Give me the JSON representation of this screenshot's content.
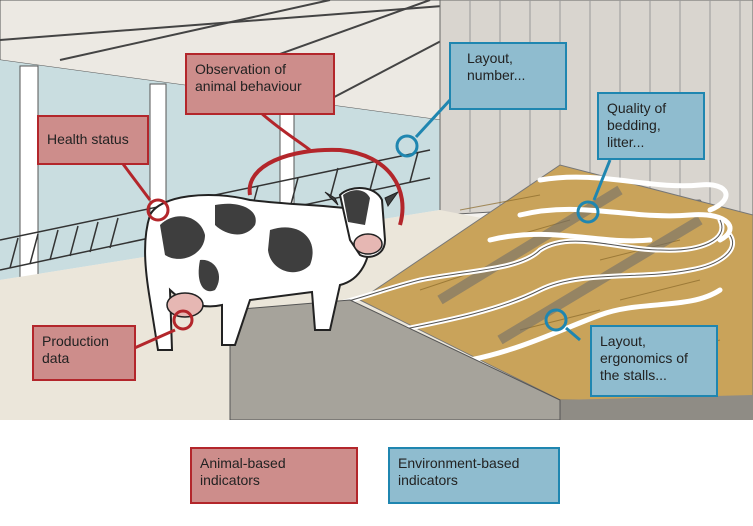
{
  "labels": {
    "observation": "Observation of\nanimal behaviour",
    "health": "Health status",
    "production": "Production\ndata",
    "layout_number": "Layout,\nnumber...",
    "bedding": "Quality of\nbedding,\nlitter...",
    "stalls": "Layout,\nergonomics of\nthe stalls..."
  },
  "legend": {
    "animal": "Animal-based\nindicators",
    "environment": "Environment-based\nindicators"
  },
  "colors": {
    "animal_fill": "#cd8d8b",
    "animal_border": "#b3262b",
    "env_fill": "#8fbccf",
    "env_border": "#1f86b0"
  }
}
